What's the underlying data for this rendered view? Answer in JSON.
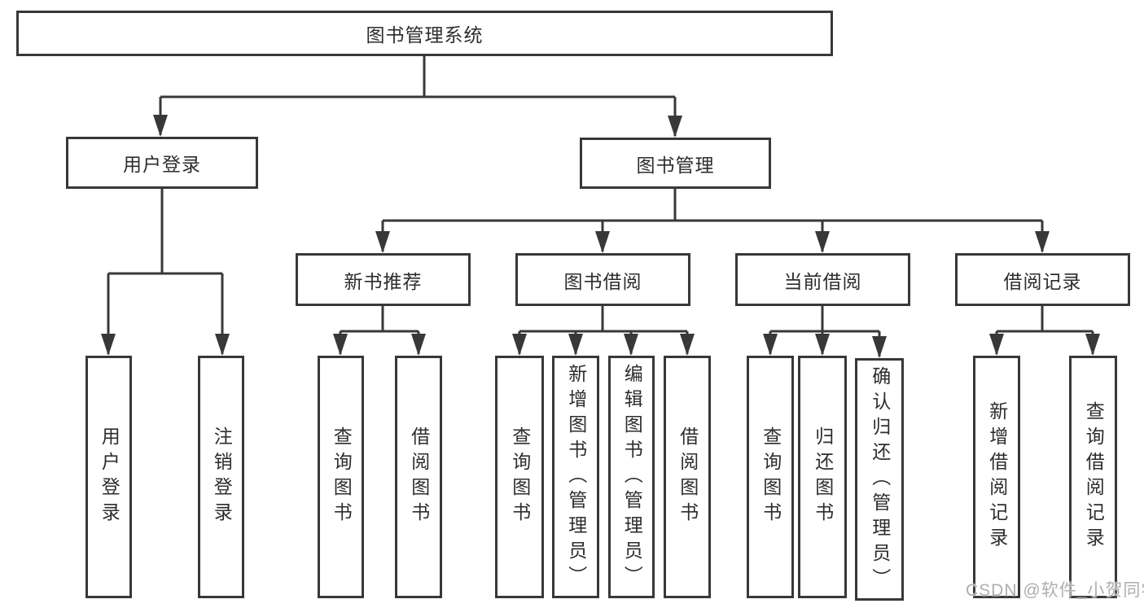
{
  "tree": {
    "root": {
      "label": "图书管理系统"
    },
    "level2": [
      {
        "label": "用户登录"
      },
      {
        "label": "图书管理"
      }
    ],
    "level3": [
      {
        "label": "新书推荐"
      },
      {
        "label": "图书借阅"
      },
      {
        "label": "当前借阅"
      },
      {
        "label": "借阅记录"
      }
    ],
    "leaves": {
      "user_login_group": [
        "用户登录",
        "注销登录"
      ],
      "new_books_group": [
        "查询图书",
        "借阅图书"
      ],
      "book_borrow_group": [
        "查询图书",
        "新增图书（管理员）",
        "编辑图书（管理员）",
        "借阅图书"
      ],
      "current_borrow_group": [
        "查询图书",
        "归还图书",
        "确认归还（管理员）"
      ],
      "borrow_records_group": [
        "新增借阅记录",
        "查询借阅记录"
      ]
    }
  },
  "watermark": {
    "text": "CSDN @软件_小贺同学"
  },
  "colors": {
    "line": "#383838",
    "text": "#2d2d2d",
    "watermark_gray": "#aeaeae",
    "background": "#ffffff"
  }
}
